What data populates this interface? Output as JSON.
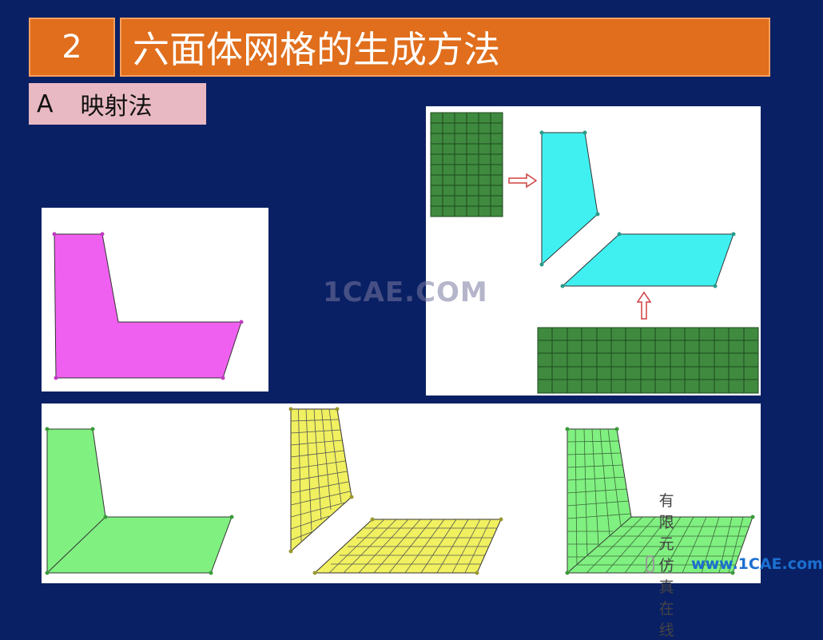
{
  "header": {
    "number": "2",
    "title": "六面体网格的生成方法"
  },
  "section": {
    "letter": "A",
    "label": "映射法"
  },
  "watermark": "1CAE.COM",
  "brand": {
    "account": "有限元仿真在线",
    "site": "www.1CAE.com"
  },
  "colors": {
    "background": "#0a2064",
    "header_orange": "#e06e1c",
    "section_pink": "#e8b9c2",
    "magenta_region": "#f060f0",
    "cyan_region": "#40f0f0",
    "mesh_dark_green": "#3f8a3f",
    "light_green": "#80f080",
    "yellow_mesh": "#f0f060",
    "arrow_red": "#d04040"
  },
  "icons": [
    "arrow-right-icon",
    "arrow-up-icon",
    "wechat-logo-icon"
  ]
}
